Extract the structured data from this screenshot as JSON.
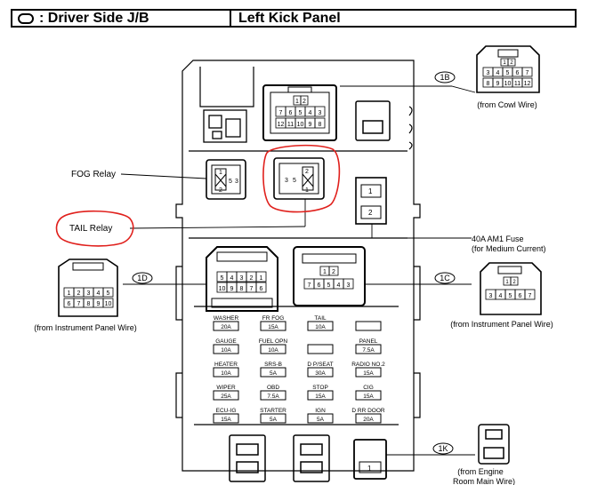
{
  "header": {
    "left_title": ": Driver Side J/B",
    "right_title": "Left Kick Panel"
  },
  "labels": {
    "fog_relay": "FOG Relay",
    "tail_relay": "TAIL Relay",
    "am1_fuse_line1": "40A AM1 Fuse",
    "am1_fuse_line2": "(for Medium Current)",
    "from_cowl_wire": "(from Cowl Wire)",
    "from_ip_wire_left": "(from Instrument Panel Wire)",
    "from_ip_wire_right": "(from Instrument Panel Wire)",
    "from_engine_line1": "(from Engine",
    "from_engine_line2": "Room Main Wire)"
  },
  "connector_ids": {
    "c1B": "1B",
    "c1D": "1D",
    "c1C": "1C",
    "c1K": "1K"
  },
  "pins": {
    "c1B_box_row1": [
      "1",
      "2"
    ],
    "c1B_box_row2": [
      "7",
      "6",
      "5",
      "4",
      "3"
    ],
    "c1B_box_row3": [
      "12",
      "11",
      "10",
      "9",
      "8"
    ],
    "c1B_ext_row1": [
      "1",
      "2"
    ],
    "c1B_ext_row2": [
      "3",
      "4",
      "5",
      "6",
      "7"
    ],
    "c1B_ext_row3": [
      "8",
      "9",
      "10",
      "11",
      "12"
    ],
    "c1D_box_row1": [
      "5",
      "4",
      "3",
      "2",
      "1"
    ],
    "c1D_box_row2": [
      "10",
      "9",
      "8",
      "7",
      "6"
    ],
    "c1D_ext_row1": [
      "1",
      "2",
      "3",
      "4",
      "5"
    ],
    "c1D_ext_row2": [
      "6",
      "7",
      "8",
      "9",
      "10"
    ],
    "c1C_box_row1": [
      "1",
      "2"
    ],
    "c1C_box_row2": [
      "7",
      "6",
      "5",
      "4",
      "3"
    ],
    "c1C_ext_row1": [
      "1",
      "2"
    ],
    "c1C_ext_row2": [
      "3",
      "4",
      "5",
      "6",
      "7"
    ],
    "fog_relay": [
      "1",
      "2",
      "5",
      "3"
    ],
    "tail_relay": [
      "3",
      "5",
      "2",
      "1"
    ],
    "am1": [
      "1",
      "2"
    ],
    "c1K": [
      "1"
    ]
  },
  "fuses": [
    {
      "name": "WASHER",
      "rating": "20A"
    },
    {
      "name": "FR FOG",
      "rating": "15A"
    },
    {
      "name": "TAIL",
      "rating": "10A"
    },
    {
      "name": "",
      "rating": ""
    },
    {
      "name": "GAUGE",
      "rating": "10A"
    },
    {
      "name": "FUEL OPN",
      "rating": "10A"
    },
    {
      "name": "",
      "rating": ""
    },
    {
      "name": "PANEL",
      "rating": "7.5A"
    },
    {
      "name": "HEATER",
      "rating": "10A"
    },
    {
      "name": "SRS-B",
      "rating": "5A"
    },
    {
      "name": "D P/SEAT",
      "rating": "30A"
    },
    {
      "name": "RADIO NO.2",
      "rating": "15A"
    },
    {
      "name": "WIPER",
      "rating": "25A"
    },
    {
      "name": "OBD",
      "rating": "7.5A"
    },
    {
      "name": "STOP",
      "rating": "15A"
    },
    {
      "name": "CIG",
      "rating": "15A"
    },
    {
      "name": "ECU-IG",
      "rating": "15A"
    },
    {
      "name": "STARTER",
      "rating": "5A"
    },
    {
      "name": "IGN",
      "rating": "5A"
    },
    {
      "name": "D RR DOOR",
      "rating": "20A"
    }
  ],
  "colors": {
    "annotation": "#e0201c",
    "ink": "#000000"
  }
}
